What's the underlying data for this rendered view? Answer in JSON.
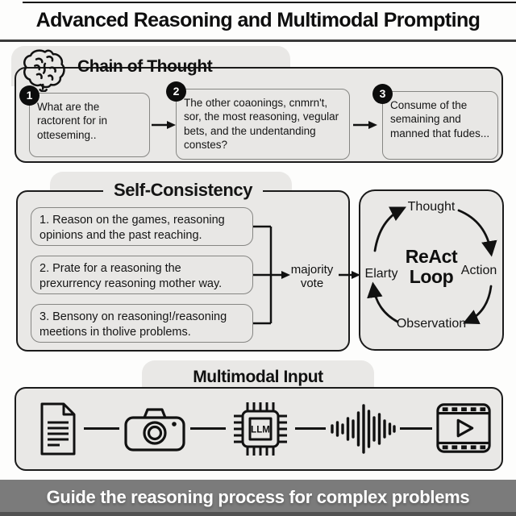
{
  "title": "Advanced Reasoning and Multimodal Prompting",
  "chain_of_thought": {
    "title": "Chain of Thought",
    "steps": [
      {
        "num": "1",
        "text": "What are the ractorent for in otteseming.."
      },
      {
        "num": "2",
        "text": "The other coaonings, cnmrn't, sor, the most reasoning, vegular bets, and the undentanding constes?"
      },
      {
        "num": "3",
        "text": "Consume of the semaining and manned that fudes..."
      }
    ]
  },
  "self_consistency": {
    "title": "Self-Consistency",
    "items": [
      "1. Reason on the games, reasoning opinions and the past reaching.",
      "2. Prate for a reasoning the prexurrency reasoning mother way.",
      "3. Bensony on reasoning!/reasoning meetions in tholive problems."
    ],
    "vote_label": "majority\nvote"
  },
  "react_loop": {
    "title": "ReAct\nLoop",
    "nodes": {
      "top": "Thought",
      "right": "Action",
      "bottom": "Observation",
      "left": "Elarty"
    }
  },
  "multimodal": {
    "title": "Multimodal Input",
    "chip_label": "LLM",
    "icons": [
      "document-icon",
      "camera-icon",
      "llm-chip-icon",
      "audio-waveform-icon",
      "video-film-icon"
    ]
  },
  "footer": {
    "text": "Guide the reasoning process for complex problems"
  },
  "colors": {
    "panel": "#e9e8e6",
    "border": "#1b1b1b",
    "banner": "#7b7b7b"
  }
}
